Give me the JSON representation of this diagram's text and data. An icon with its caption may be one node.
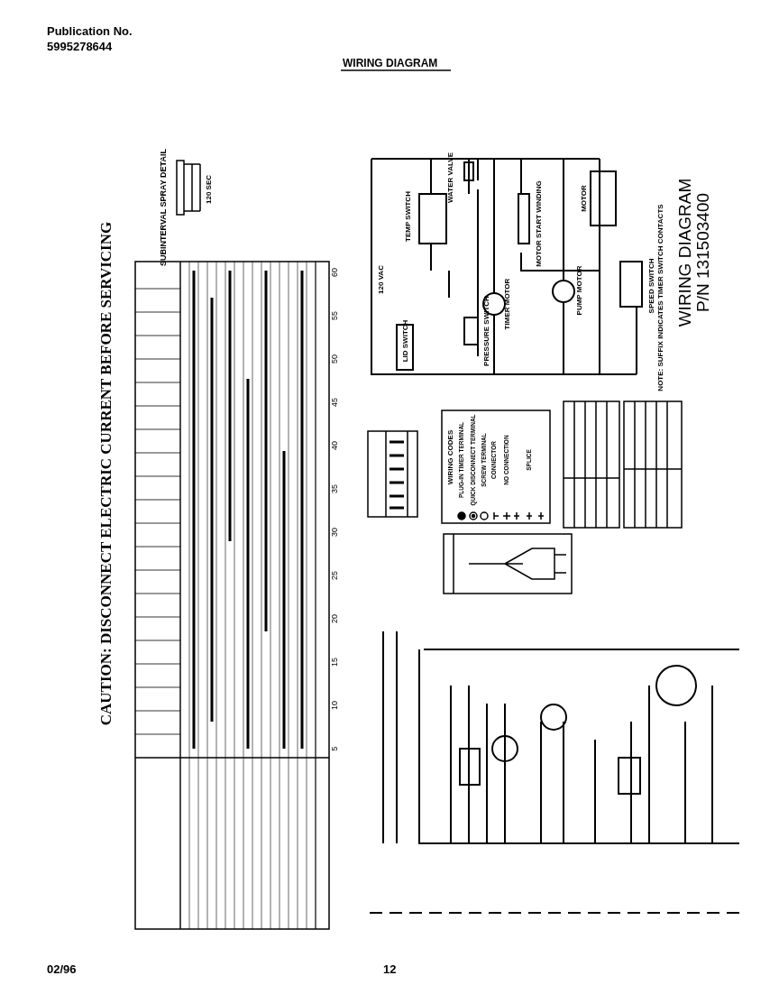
{
  "diagram": {
    "title": "WIRING DIAGRAM",
    "labels": [
      "Publication No.",
      "5995278644",
      "CAUTION: DISCONNECT ELECTRIC CURRENT BEFORE SERVICING",
      "SUBINTERVAL SPRAY DETAIL",
      "120 SEC",
      "5",
      "10",
      "15",
      "20",
      "25",
      "30",
      "35",
      "40",
      "45",
      "50",
      "55",
      "60",
      "120 VAC",
      "TEMP SWITCH",
      "WATER VALVE",
      "LID SWITCH",
      "PRESSURE SWITCH",
      "TIMER MOTOR",
      "MOTOR START WINDING",
      "MOTOR",
      "PUMP MOTOR",
      "SPEED SWITCH",
      "NOTE: SUFFIX INDICATES TIMER SWITCH CONTACTS",
      "WIRING DIAGRAM",
      "P/N 131503400",
      "WIRING CODES",
      "PLUG-IN TIMER TERMINAL",
      "QUICK DISCONNECT TERMINAL",
      "SCREW TERMINAL",
      "CONNECTOR",
      "NO CONNECTION",
      "SPLICE",
      "02/96",
      "12"
    ]
  }
}
